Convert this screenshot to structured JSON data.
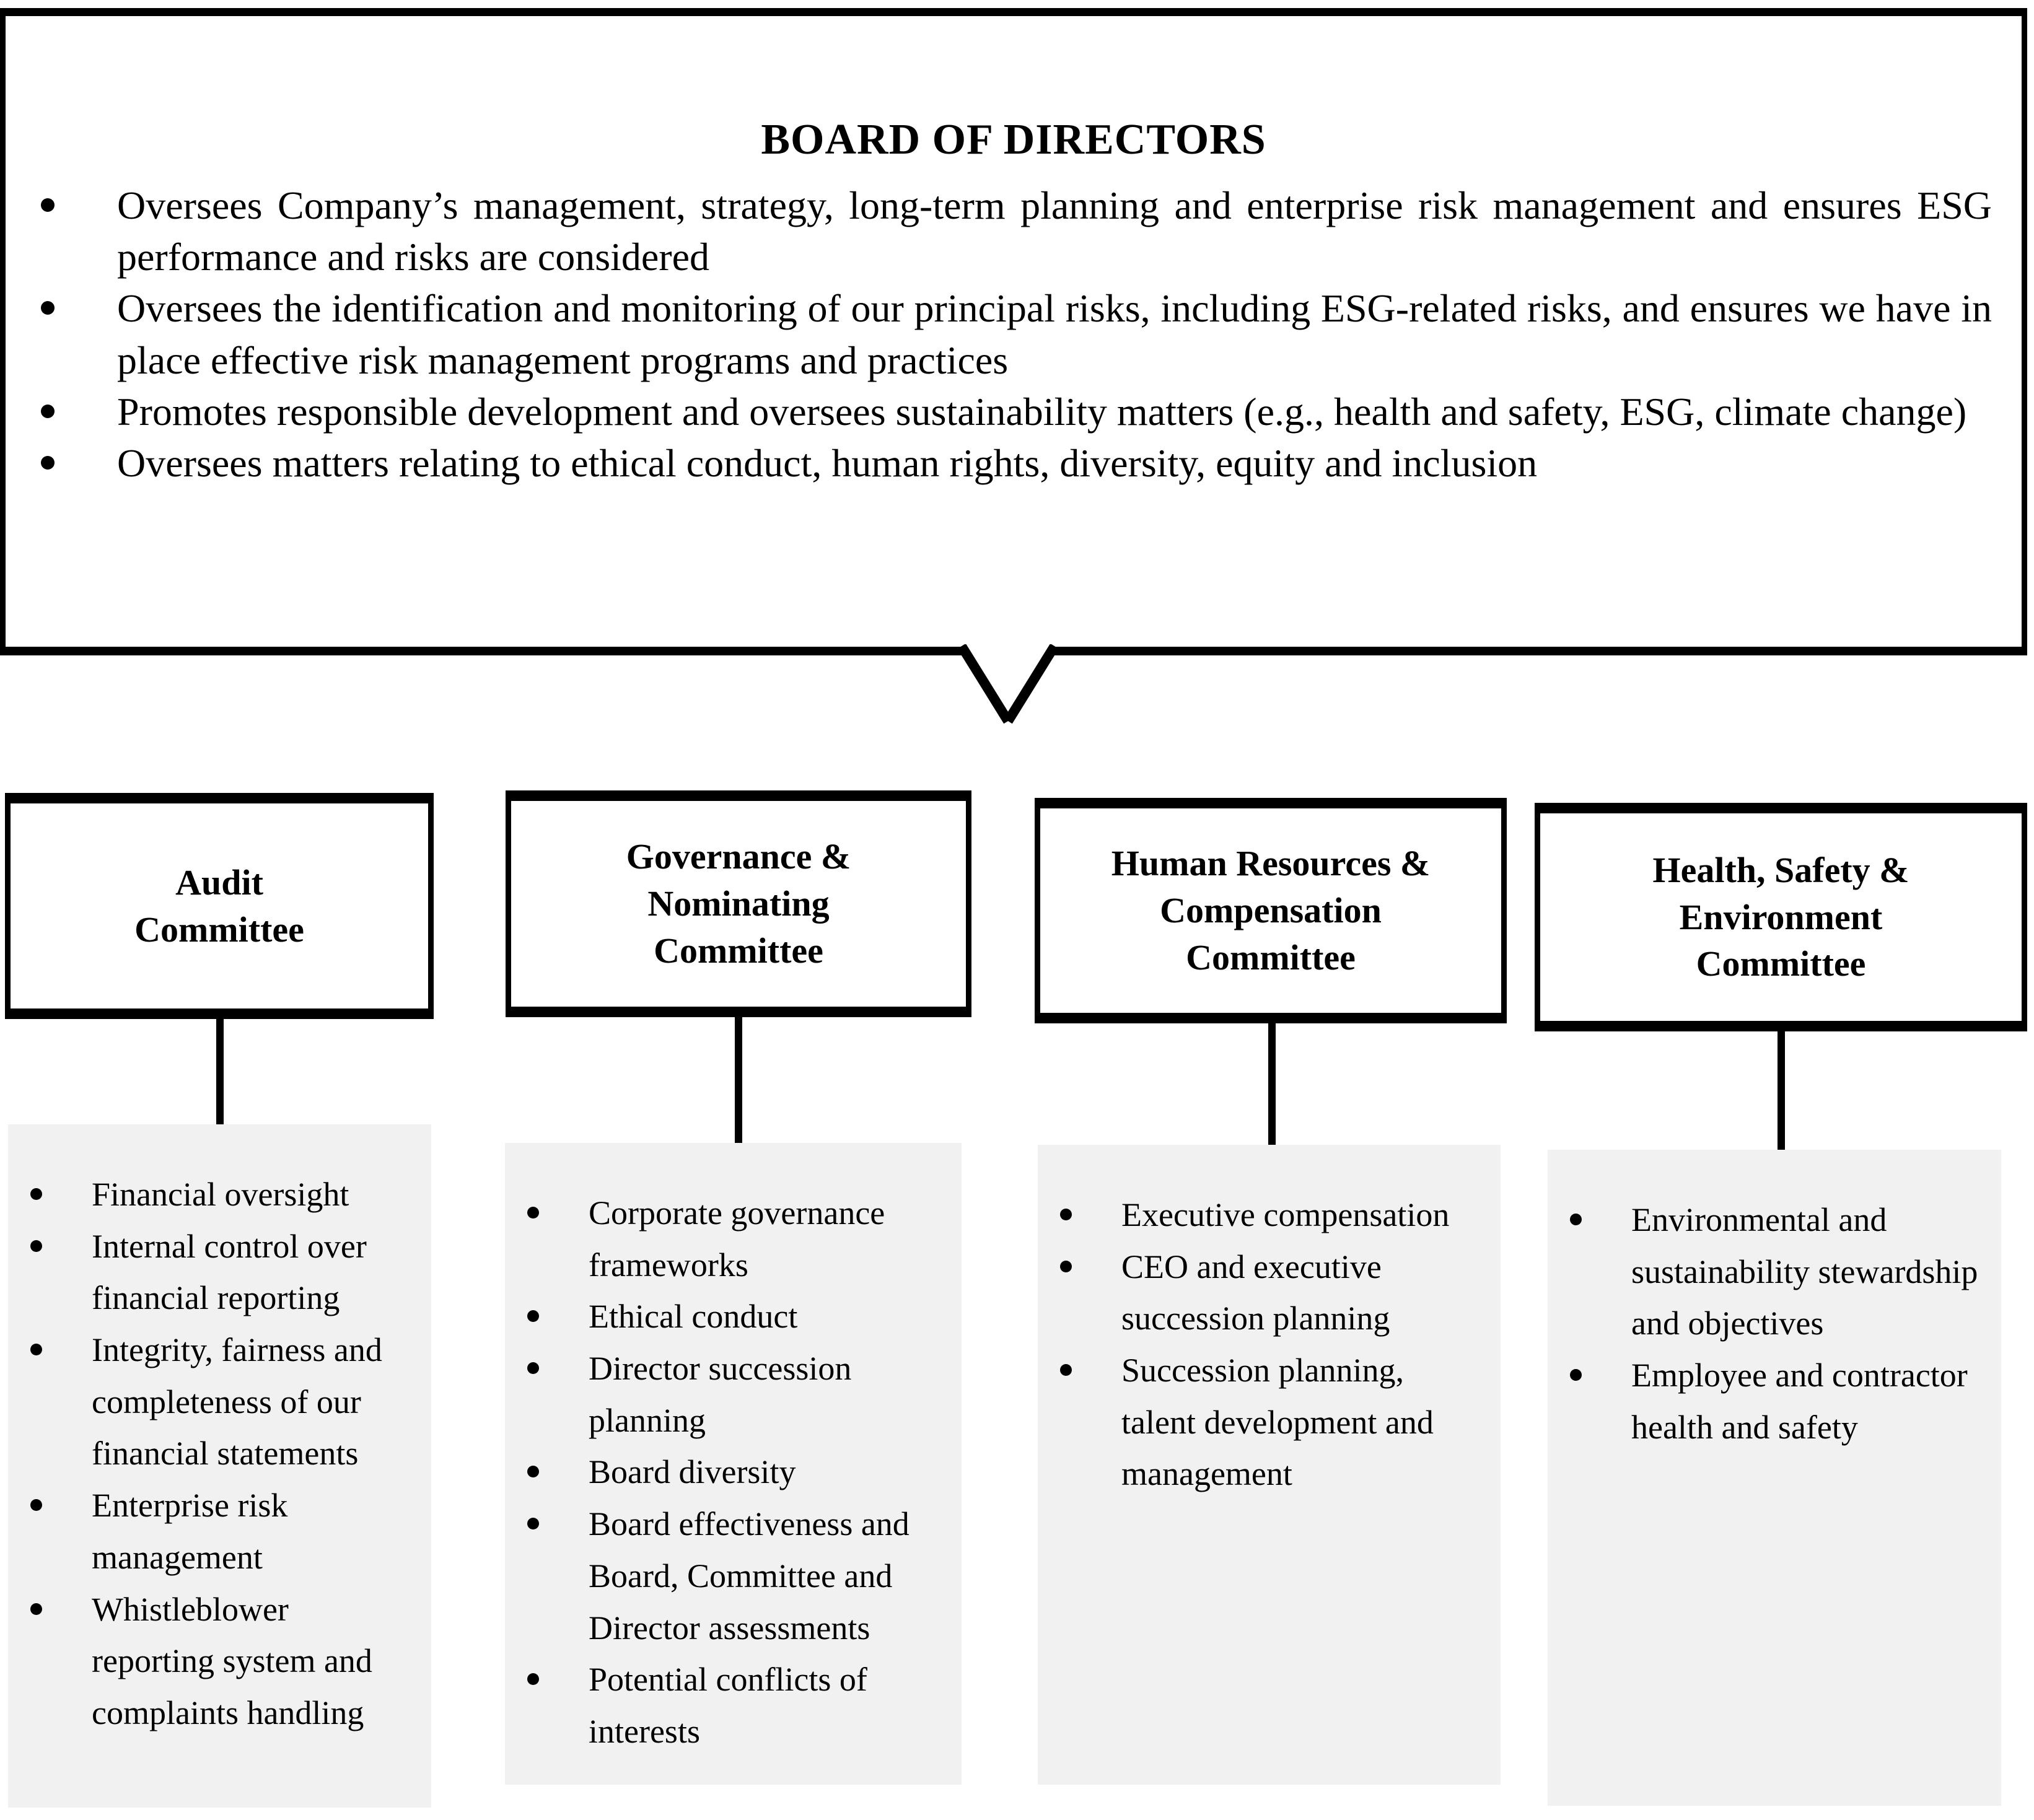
{
  "colors": {
    "background": "#ffffff",
    "border": "#000000",
    "text": "#000000",
    "panel_background": "#f1f1f1"
  },
  "board": {
    "title": "BOARD OF DIRECTORS",
    "bullets": [
      "Oversees Company’s management, strategy, long-term planning and enterprise risk management and ensures ESG performance and risks are considered",
      "Oversees the identification and monitoring of our principal risks, including ESG-related risks, and ensures we have in place effective risk management programs and practices",
      "Promotes responsible development and oversees sustainability matters (e.g., health and safety, ESG, climate change)",
      "Oversees matters relating to ethical conduct, human rights, diversity, equity and inclusion"
    ]
  },
  "committees": [
    {
      "title_lines": [
        "Audit",
        "Committee"
      ],
      "items": [
        "Financial oversight",
        "Internal control over financial reporting",
        "Integrity, fairness and completeness of our financial statements",
        "Enterprise risk management",
        "Whistleblower reporting system and complaints handling"
      ]
    },
    {
      "title_lines": [
        "Governance &",
        "Nominating",
        "Committee"
      ],
      "items": [
        "Corporate governance frameworks",
        "Ethical conduct",
        "Director succession planning",
        "Board diversity",
        "Board effectiveness and Board, Committee and Director assessments",
        "Potential conflicts of interests"
      ]
    },
    {
      "title_lines": [
        "Human Resources &",
        "Compensation",
        "Committee"
      ],
      "items": [
        "Executive compensation",
        "CEO and executive succession planning",
        "Succession planning, talent development and management"
      ]
    },
    {
      "title_lines": [
        "Health, Safety &",
        "Environment",
        "Committee"
      ],
      "items": [
        "Environmental and sustainability stewardship and objectives",
        "Employee and contractor health and safety"
      ]
    }
  ]
}
